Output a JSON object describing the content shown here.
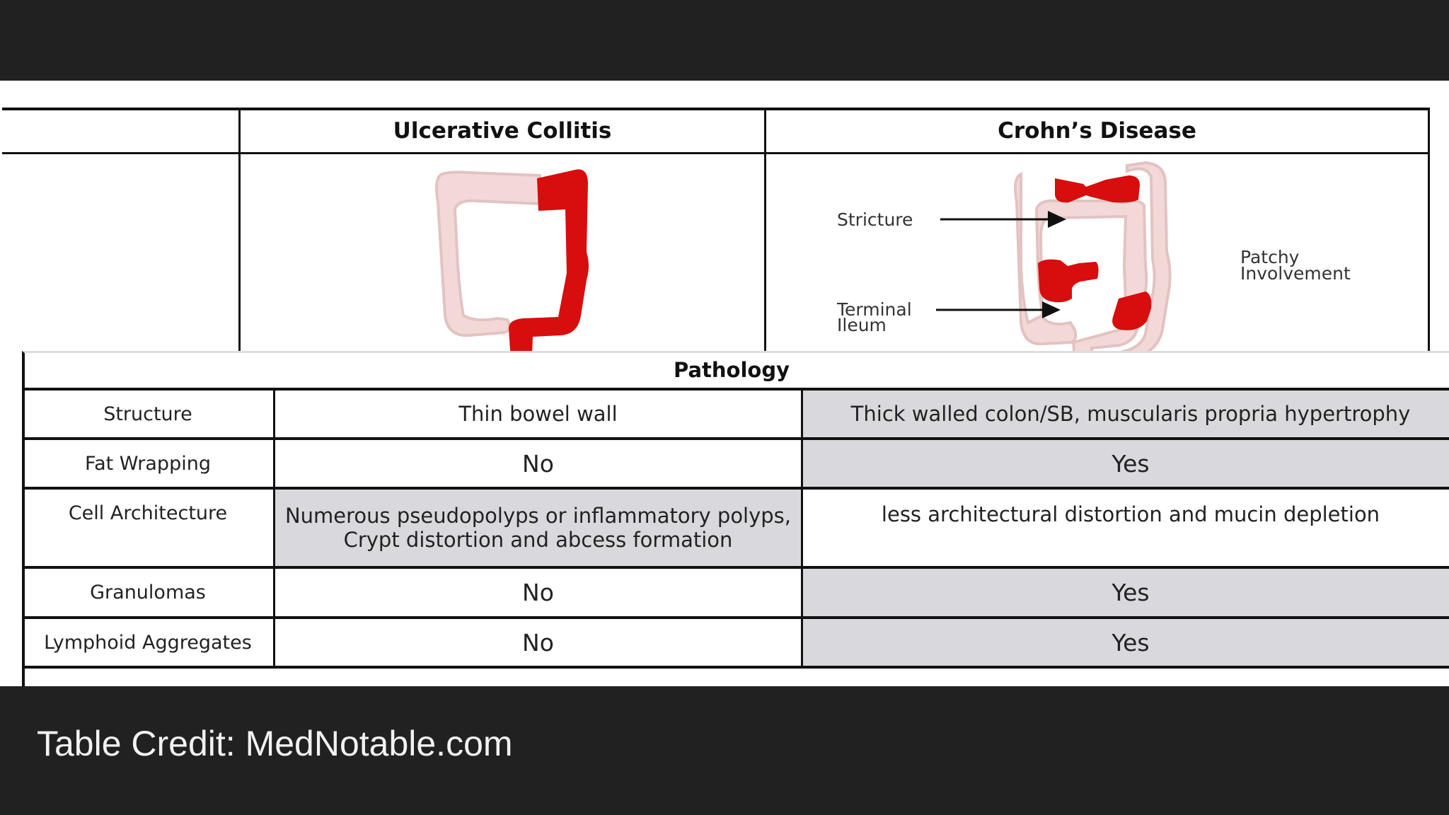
{
  "top_table": {
    "col_uc": "Ulcerative Collitis",
    "col_crohns": "Crohn’s Disease",
    "crohns_labels": {
      "stricture": "Stricture",
      "terminal_1": "Terminal",
      "terminal_2": "Ileum",
      "patchy_1": "Patchy",
      "patchy_2": "Involvement"
    },
    "colors": {
      "healthy": "#f2d9d8",
      "healthy_outline": "#e2c3c2",
      "diseased": "#d80d0d"
    }
  },
  "pathology": {
    "title": "Pathology",
    "rows": [
      {
        "label": "Structure",
        "uc": "Thin bowel wall",
        "crohns": "Thick walled colon/SB, muscularis propria hypertrophy"
      },
      {
        "label": "Fat Wrapping",
        "uc": "No",
        "crohns": "Yes"
      },
      {
        "label": "Cell Architecture",
        "uc_line1": "Numerous pseudopolyps or inflammatory polyps,",
        "uc_line2": "Crypt distortion and abcess formation",
        "crohns": "less architectural distortion and mucin depletion"
      },
      {
        "label": "Granulomas",
        "uc": "No",
        "crohns": "Yes"
      },
      {
        "label": "Lymphoid Aggregates",
        "uc": "No",
        "crohns": "Yes"
      }
    ],
    "shade_color": "#d9d8dc"
  },
  "credit": "Table Credit: MedNotable.com"
}
